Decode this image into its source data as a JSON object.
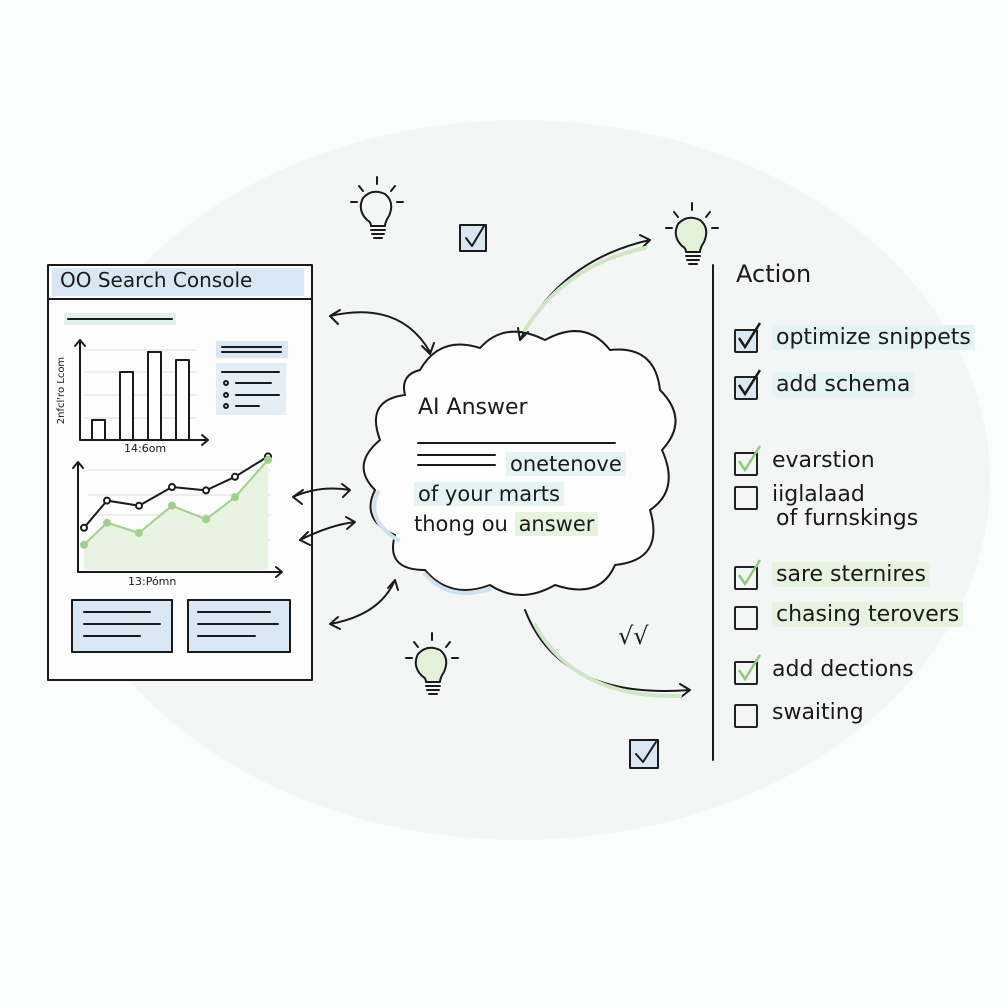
{
  "console": {
    "title": "OO Search Console",
    "bar_chart": {
      "ylabel": "2nfcl'ro Lcom",
      "xlabel": "14:6om",
      "values": [
        1,
        3.4,
        4.4,
        4
      ]
    },
    "line_chart": {
      "xlabel": "13:Pómn",
      "series": [
        {
          "name": "black",
          "values": [
            2.6,
            4.2,
            3.9,
            5,
            4.8,
            5.6,
            6.8
          ]
        },
        {
          "name": "green",
          "values": [
            1.6,
            2.9,
            2.3,
            3.9,
            3.1,
            4.4,
            6.6
          ]
        }
      ]
    }
  },
  "cloud": {
    "title": "AI Answer",
    "line1": "onetenove",
    "line2": "of your marts",
    "line3a": "thong ou",
    "line3b": "answer"
  },
  "double_check": "√√",
  "actions": {
    "title": "Action",
    "items": [
      {
        "label": "optimize snippets",
        "checked": true
      },
      {
        "label": "add schema",
        "checked": true
      },
      {
        "label": "evarstion",
        "checked": true
      },
      {
        "label": "iiglalaad",
        "label2": "of furnskings",
        "checked": false
      },
      {
        "label": "sare sternires",
        "checked": true
      },
      {
        "label": "chasing terovers",
        "checked": false
      },
      {
        "label": "add dections",
        "checked": true
      },
      {
        "label": "swaiting",
        "checked": false
      }
    ]
  },
  "colors": {
    "blue": "#d8e7f3",
    "green": "#9fd18d",
    "mint": "#e4f3f3"
  }
}
